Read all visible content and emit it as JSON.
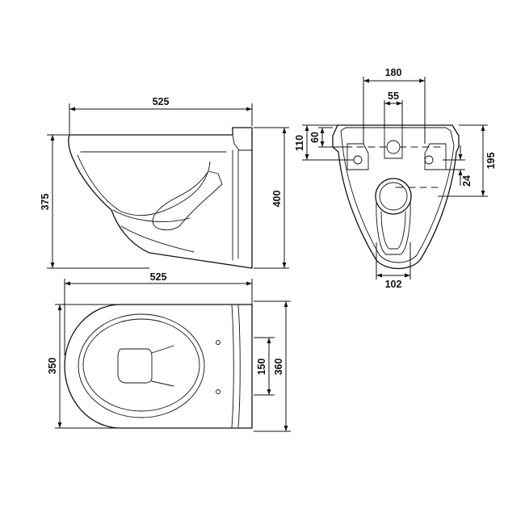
{
  "side_view": {
    "width": "525",
    "height_bowl": "375",
    "height_total": "400"
  },
  "top_view": {
    "width": "525",
    "depth": "350",
    "depth_total": "360",
    "bolt_spacing": "150"
  },
  "rear_view": {
    "outer": "180",
    "inner": "55",
    "h110": "110",
    "h60": "60",
    "h195": "195",
    "h24": "24",
    "outlet": "102"
  },
  "colors": {
    "stroke": "#111111",
    "background": "#ffffff"
  }
}
